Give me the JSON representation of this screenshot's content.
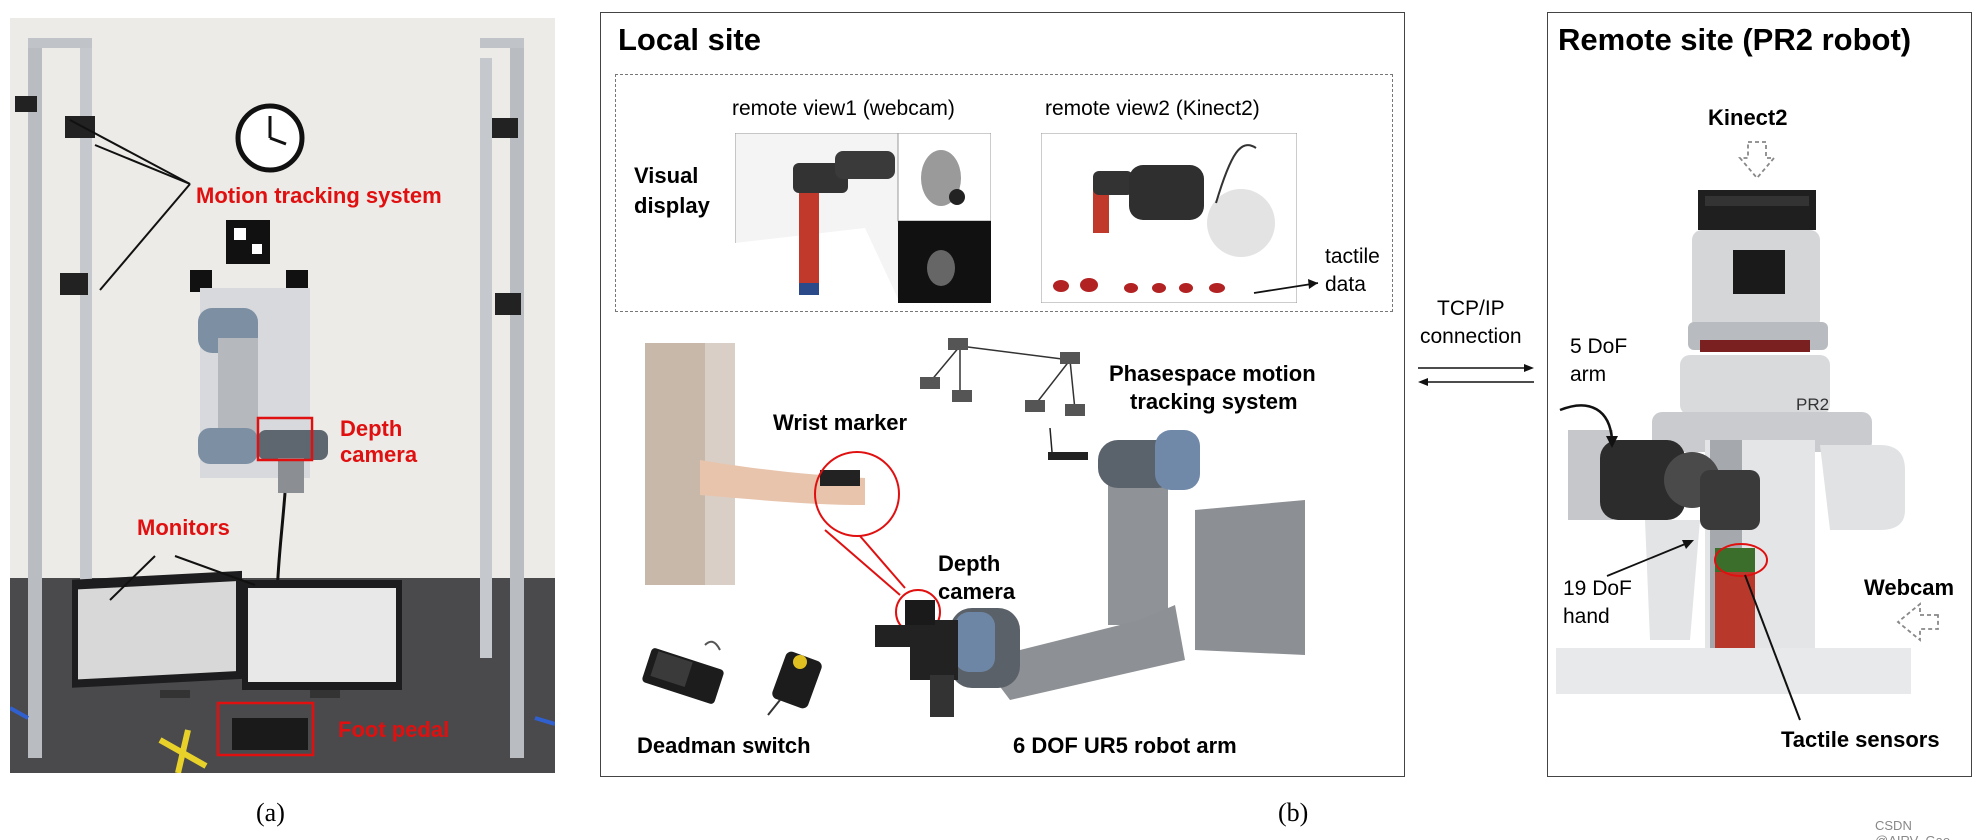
{
  "panel_a": {
    "labels": {
      "motion_tracking": "Motion tracking system",
      "depth_camera_1": "Depth",
      "depth_camera_2": "camera",
      "monitors": "Monitors",
      "foot_pedal": "Foot pedal"
    },
    "caption": "(a)"
  },
  "panel_b": {
    "local_site_title": "Local site",
    "remote_view1": "remote view1 (webcam)",
    "remote_view2": "remote view2 (Kinect2)",
    "visual_display_1": "Visual",
    "visual_display_2": "display",
    "tactile_data_1": "tactile",
    "tactile_data_2": "data",
    "wrist_marker": "Wrist marker",
    "phasespace_1": "Phasespace motion",
    "phasespace_2": "tracking system",
    "depth_camera_1": "Depth",
    "depth_camera_2": "camera",
    "deadman_switch": "Deadman switch",
    "ur5_arm": "6 DOF UR5 robot arm",
    "tcp_1": "TCP/IP",
    "tcp_2": "connection",
    "remote_site_title": "Remote site (PR2 robot)",
    "kinect2": "Kinect2",
    "arm_dof_1": "5 DoF",
    "arm_dof_2": "arm",
    "hand_dof_1": "19 DoF",
    "hand_dof_2": "hand",
    "webcam": "Webcam",
    "tactile_sensors": "Tactile sensors",
    "pr2_text": "PR2",
    "caption": "(b)"
  },
  "watermark": "CSDN @AIRV_Gao",
  "colors": {
    "annotation_red": "#e01010",
    "panel_border": "#444444",
    "arrow_grey": "#888888"
  }
}
